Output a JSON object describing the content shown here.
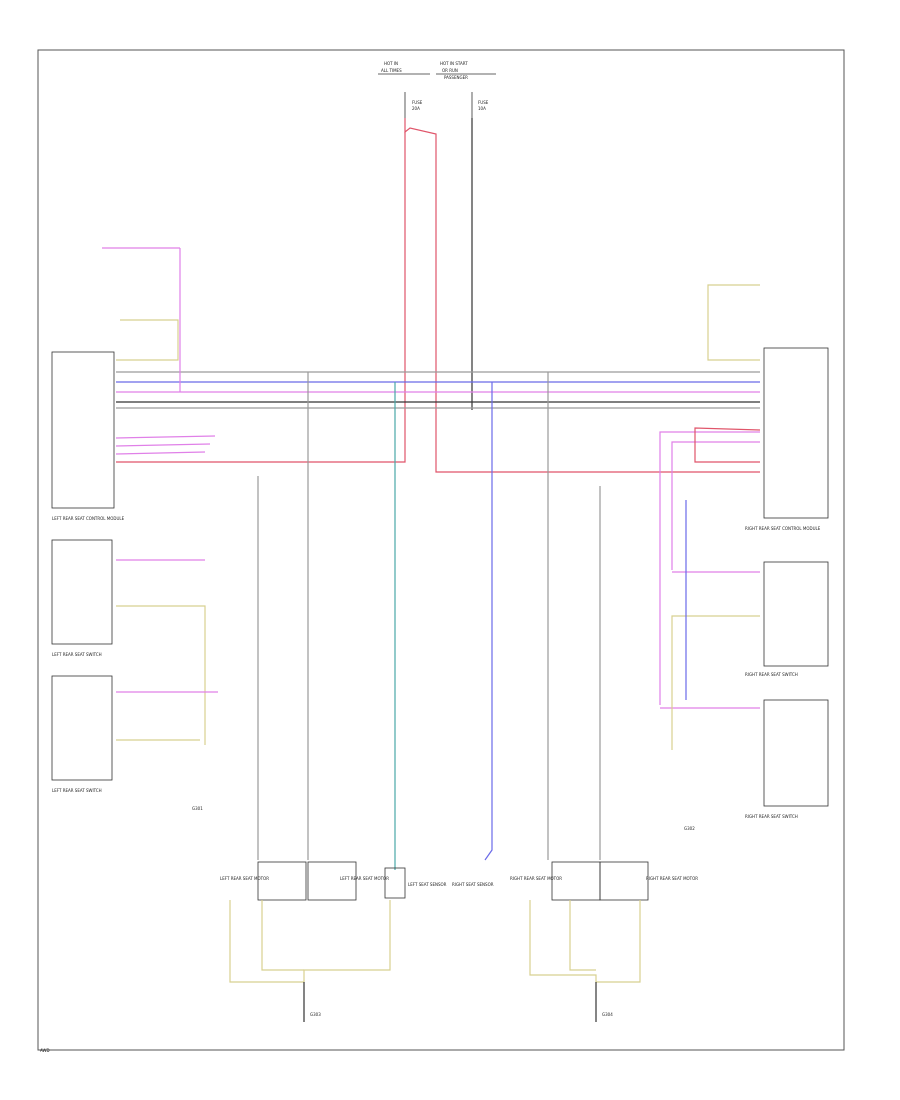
{
  "top_labels": {
    "hot_left_1": "HOT IN",
    "hot_left_2": "ALL TIMES",
    "hot_right_1": "HOT IN START",
    "hot_right_2": "OR RUN",
    "hot_right_3": "PASSENGER"
  },
  "fuse_labels": {
    "fuse_left": "FUSE",
    "fuse_left_amp": "20A",
    "fuse_right": "FUSE",
    "fuse_right_amp": "10A"
  },
  "components": {
    "left_module": "LEFT REAR SEAT CONTROL MODULE",
    "right_module": "RIGHT REAR SEAT CONTROL MODULE",
    "left_switch_1": "LEFT REAR SEAT SWITCH",
    "left_switch_2": "LEFT REAR SEAT SWITCH",
    "right_switch_1": "RIGHT REAR SEAT SWITCH",
    "right_switch_2": "RIGHT REAR SEAT SWITCH",
    "left_ground_label": "G301",
    "right_ground_label": "G302",
    "left_bottom_ground": "G303",
    "right_bottom_ground": "G304",
    "left_motor_1": "LEFT REAR SEAT MOTOR",
    "left_motor_2": "LEFT REAR SEAT MOTOR",
    "left_sensor": "LEFT SEAT SENSOR",
    "right_sensor": "RIGHT SEAT SENSOR",
    "right_motor_1": "RIGHT REAR SEAT MOTOR",
    "right_motor_2": "RIGHT REAR SEAT MOTOR",
    "footer": "AWD"
  },
  "colors": {
    "red": "#e0556a",
    "pink": "#e080e8",
    "blue": "#6a6ae8",
    "teal": "#4aa8a8",
    "yellow": "#d8d090",
    "gray": "#9a9a9a",
    "black": "#333333"
  }
}
